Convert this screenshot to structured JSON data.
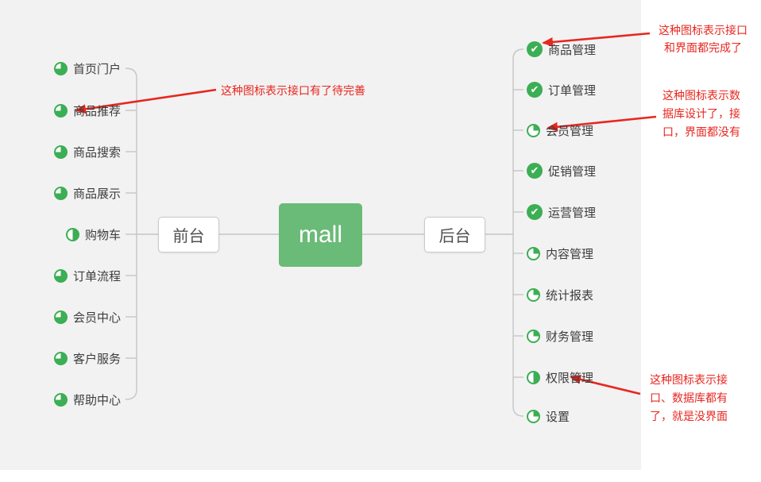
{
  "colors": {
    "canvas_bg": "#f2f2f2",
    "root_green": "#6abb77",
    "icon_green": "#3cae54",
    "line_gray": "#c6c6c6",
    "annotation_red": "#e8261f",
    "label_text": "#3c3c3c"
  },
  "icons": {
    "check_glyph": "✔"
  },
  "center": {
    "label": "mall"
  },
  "front": {
    "label": "前台",
    "items": [
      {
        "label": "首页门户",
        "icon": "progress",
        "progress": 0.75
      },
      {
        "label": "商品推荐",
        "icon": "progress",
        "progress": 0.75
      },
      {
        "label": "商品搜索",
        "icon": "progress",
        "progress": 0.75
      },
      {
        "label": "商品展示",
        "icon": "progress",
        "progress": 0.75
      },
      {
        "label": "购物车",
        "icon": "progress",
        "progress": 0.5
      },
      {
        "label": "订单流程",
        "icon": "progress",
        "progress": 0.75
      },
      {
        "label": "会员中心",
        "icon": "progress",
        "progress": 0.75
      },
      {
        "label": "客户服务",
        "icon": "progress",
        "progress": 0.75
      },
      {
        "label": "帮助中心",
        "icon": "progress",
        "progress": 0.75
      }
    ]
  },
  "back": {
    "label": "后台",
    "items": [
      {
        "label": "商品管理",
        "icon": "check"
      },
      {
        "label": "订单管理",
        "icon": "check"
      },
      {
        "label": "会员管理",
        "icon": "progress",
        "progress": 0.25
      },
      {
        "label": "促销管理",
        "icon": "check"
      },
      {
        "label": "运营管理",
        "icon": "check"
      },
      {
        "label": "内容管理",
        "icon": "progress",
        "progress": 0.25
      },
      {
        "label": "统计报表",
        "icon": "progress",
        "progress": 0.25
      },
      {
        "label": "财务管理",
        "icon": "progress",
        "progress": 0.25
      },
      {
        "label": "权限管理",
        "icon": "progress",
        "progress": 0.5
      },
      {
        "label": "设置",
        "icon": "progress",
        "progress": 0.25
      }
    ]
  },
  "annotations": [
    {
      "lines": [
        "这种图标表示接口有了待完善"
      ]
    },
    {
      "lines": [
        "这种图标表示接口",
        "和界面都完成了"
      ]
    },
    {
      "lines": [
        "这种图标表示数",
        "据库设计了，接",
        "口，界面都没有"
      ]
    },
    {
      "lines": [
        "这种图标表示接",
        "口、数据库都有",
        "了，就是没界面"
      ]
    }
  ]
}
